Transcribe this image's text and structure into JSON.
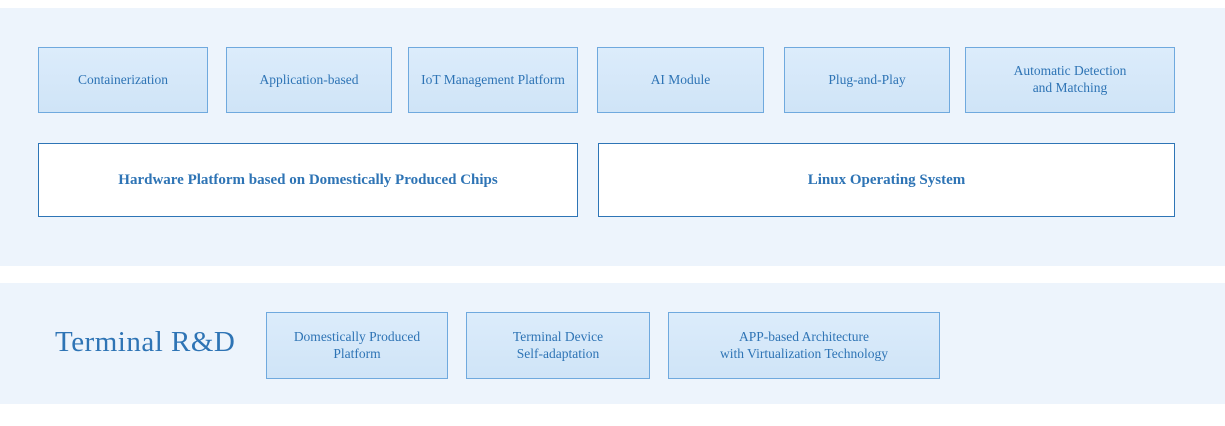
{
  "colors": {
    "panel_background": "#edf4fc",
    "feature_box_fill": "#d5e7f8",
    "feature_box_border": "#6fa9de",
    "platform_box_border": "#2e75b6",
    "text_blue": "#2e74b5"
  },
  "upper_panel": {
    "feature_boxes": [
      {
        "label": "Containerization"
      },
      {
        "label": "Application-based"
      },
      {
        "label": "IoT Management Platform"
      },
      {
        "label": "AI Module"
      },
      {
        "label": "Plug-and-Play"
      },
      {
        "label": "Automatic Detection\nand Matching"
      }
    ],
    "platform_boxes": [
      {
        "label": "Hardware Platform based on Domestically Produced Chips"
      },
      {
        "label": "Linux Operating System"
      }
    ]
  },
  "lower_panel": {
    "title": "Terminal R&D",
    "capability_boxes": [
      {
        "label": "Domestically Produced\nPlatform"
      },
      {
        "label": "Terminal Device\nSelf-adaptation"
      },
      {
        "label": "APP-based Architecture\nwith Virtualization Technology"
      }
    ]
  }
}
